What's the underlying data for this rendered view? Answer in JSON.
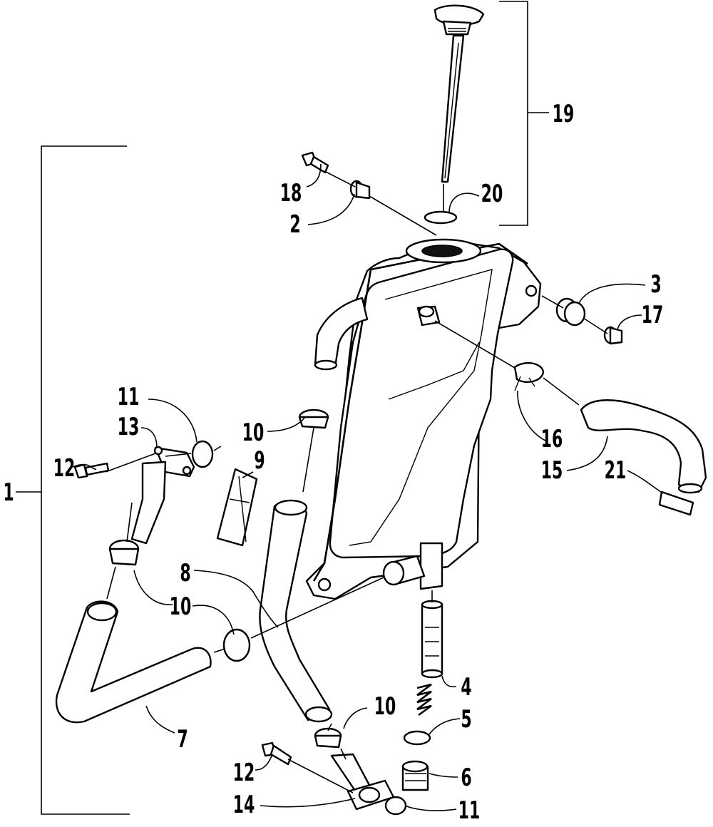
{
  "callouts": {
    "c1": "1",
    "c2": "2",
    "c3": "3",
    "c4": "4",
    "c5": "5",
    "c6": "6",
    "c7": "7",
    "c8": "8",
    "c9": "9",
    "c10_top": "10",
    "c10_left": "10",
    "c10_bottom": "10",
    "c11_top": "11",
    "c11_bottom": "11",
    "c12_top": "12",
    "c12_bottom": "12",
    "c13": "13",
    "c14": "14",
    "c15": "15",
    "c16": "16",
    "c17": "17",
    "c18": "18",
    "c19": "19",
    "c20": "20",
    "c21": "21"
  }
}
